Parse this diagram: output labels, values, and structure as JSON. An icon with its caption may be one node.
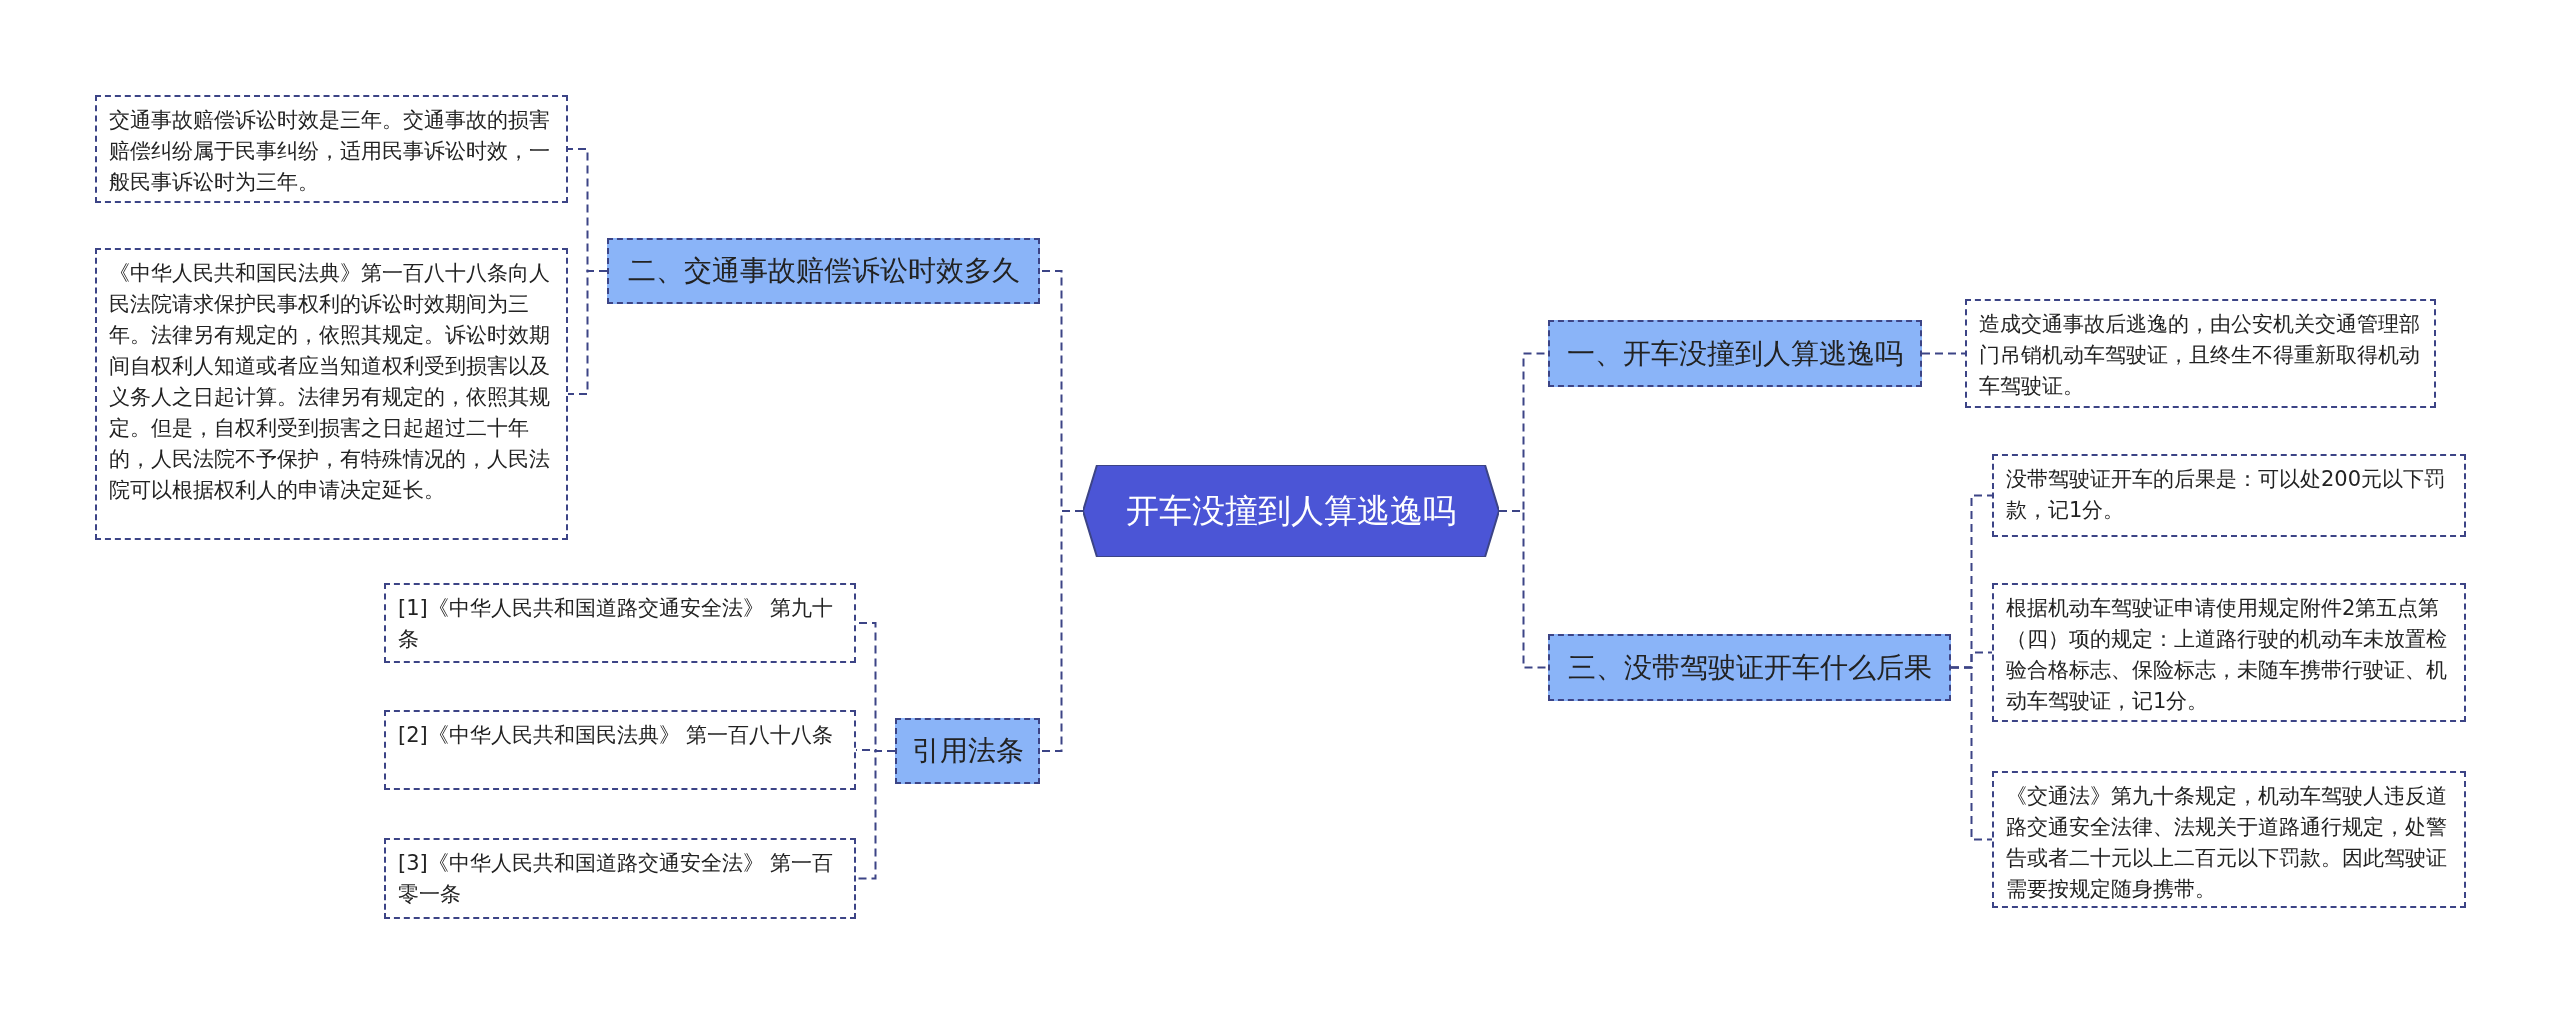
{
  "diagram": {
    "nodes": [
      {
        "text": [
          "开车没撞到人算逃逸吗"
        ]
      },
      {
        "text": [
          "二、交通事故赔偿诉讼时效多久"
        ]
      },
      {
        "text": [
          "交通事故赔偿诉讼时效是三年。交通事故的损害赔偿纠纷属于民事纠纷，适用民事诉讼时效，一般民事诉讼时为三年。"
        ]
      },
      {
        "text": [
          "《中华人民共和国民法典》第一百八十八条向人民法院请求保护民事权利的诉讼时效期间为三年。法律另有规定的，依照其规定。诉讼时效期间自权利人知道或者应当知道权利受到损害以及义务人之日起计算。法律另有规定的，依照其规定。但是，自权利受到损害之日起超过二十年的，人民法院不予保护，有特殊情况的，人民法院可以根据权利人的申请决定延长。"
        ]
      },
      {
        "text": [
          "引用法条"
        ]
      },
      {
        "text": [
          "[1]《中华人民共和国道路交通安全法》 第九十条"
        ]
      },
      {
        "text": [
          "[2]《中华人民共和国民法典》 第一百八十八条"
        ]
      },
      {
        "text": [
          "[3]《中华人民共和国道路交通安全法》 第一百零一条"
        ]
      },
      {
        "text": [
          "一、开车没撞到人算逃逸吗"
        ]
      },
      {
        "text": [
          "造成交通事故后逃逸的，由公安机关交通管理部门吊销机动车驾驶证，且终生不得重新取得机动车驾驶证。"
        ]
      },
      {
        "text": [
          "三、没带驾驶证开车什么后果"
        ]
      },
      {
        "text": [
          "没带驾驶证开车的后果是：可以处200元以下罚款，记1分。"
        ]
      },
      {
        "text": [
          "根据机动车驾驶证申请使用规定附件2第五点第（四）项的规定：上道路行驶的机动车未放置检验合格标志、保险标志，未随车携带行驶证、机动车驾驶证，记1分。"
        ]
      },
      {
        "text": [
          "《交通法》第九十条规定，机动车驾驶人违反道路交通安全法律、法规关于道路通行规定，处警告或者二十元以上二百元以下罚款。因此驾驶证需要按规定随身携带。"
        ]
      }
    ],
    "edges": [
      {
        "from": 0,
        "to": 1,
        "arrow": "none",
        "style": "dashed"
      },
      {
        "from": 1,
        "to": 2,
        "arrow": "none",
        "style": "dashed"
      },
      {
        "from": 1,
        "to": 3,
        "arrow": "none",
        "style": "dashed"
      },
      {
        "from": 0,
        "to": 4,
        "arrow": "none",
        "style": "dashed"
      },
      {
        "from": 4,
        "to": 5,
        "arrow": "none",
        "style": "dashed"
      },
      {
        "from": 4,
        "to": 6,
        "arrow": "none",
        "style": "dashed"
      },
      {
        "from": 4,
        "to": 7,
        "arrow": "none",
        "style": "dashed"
      },
      {
        "from": 0,
        "to": 8,
        "arrow": "none",
        "style": "dashed"
      },
      {
        "from": 8,
        "to": 9,
        "arrow": "none",
        "style": "dashed"
      },
      {
        "from": 0,
        "to": 10,
        "arrow": "none",
        "style": "dashed"
      },
      {
        "from": 10,
        "to": 11,
        "arrow": "none",
        "style": "dashed"
      },
      {
        "from": 10,
        "to": 12,
        "arrow": "none",
        "style": "dashed"
      },
      {
        "from": 10,
        "to": 13,
        "arrow": "none",
        "style": "dashed"
      }
    ]
  }
}
